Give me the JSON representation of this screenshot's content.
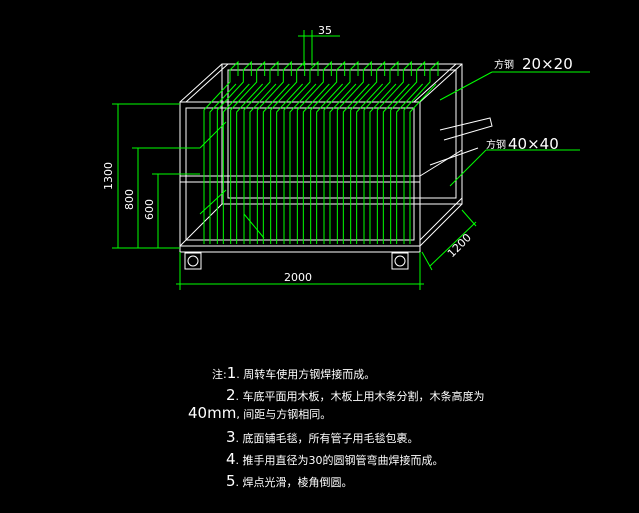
{
  "colors": {
    "background": "#000000",
    "frame": "#ffffff",
    "panel": "#00ff00",
    "dimension": "#00ff00",
    "text": "#ffffff"
  },
  "dimensions": {
    "top_spacing": "35",
    "height_total": "1300",
    "height_mid": "800",
    "height_low": "600",
    "length": "2000",
    "depth": "1200"
  },
  "callouts": {
    "tube_small_prefix": "方钢",
    "tube_small_size": "20×20",
    "tube_large_prefix": "方钢",
    "tube_large_size": "40×40"
  },
  "notes": [
    {
      "prefix": "注:",
      "num": "1",
      "text": ". 周转车使用方钢焊接而成。"
    },
    {
      "prefix": "",
      "num": "2",
      "text": ". 车底平面用木板，木板上用木条分割，木条高度为"
    },
    {
      "prefix": "",
      "num": "40mm",
      "text": ", 间距与方钢相同。"
    },
    {
      "prefix": "",
      "num": "3",
      "text": ". 底面铺毛毯，所有管子用毛毯包裹。"
    },
    {
      "prefix": "",
      "num": "4",
      "text": ". 推手用直径为30的圆钢管弯曲焊接而成。"
    },
    {
      "prefix": "",
      "num": "5",
      "text": ". 焊点光滑，棱角倒圆。"
    }
  ]
}
